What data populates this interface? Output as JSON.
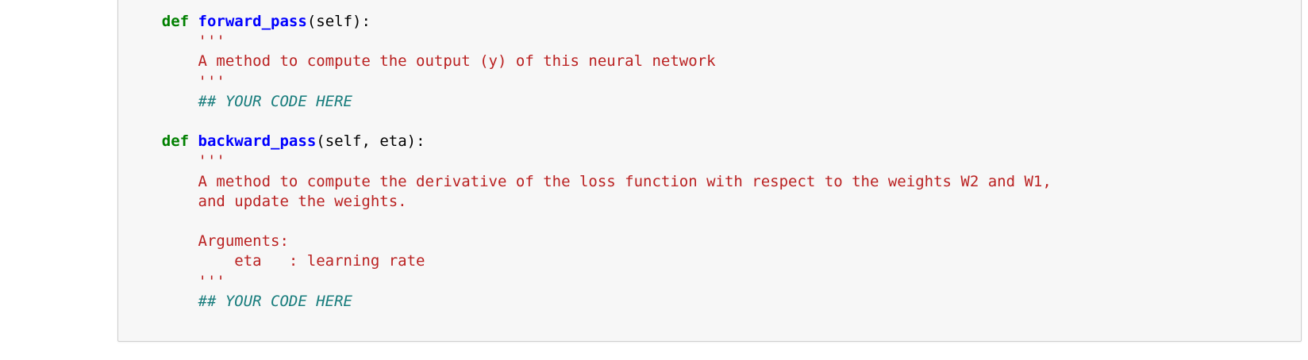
{
  "page": {
    "background": "#ffffff"
  },
  "code_cell": {
    "type": "notebook-code-cell-input",
    "language": "python",
    "background": "#f7f7f7",
    "border_color": "#cfcfcf",
    "colors": {
      "keyword": "#008000",
      "function": "#0000ff",
      "string": "#ba2121",
      "comment": "#177c7c",
      "plain": "#000000"
    },
    "lines": [
      [
        {
          "t": "plain",
          "v": "    "
        },
        {
          "t": "keyword",
          "v": "def"
        },
        {
          "t": "plain",
          "v": " "
        },
        {
          "t": "function",
          "v": "forward_pass"
        },
        {
          "t": "plain",
          "v": "(self):"
        }
      ],
      [
        {
          "t": "string",
          "v": "        '''"
        }
      ],
      [
        {
          "t": "string",
          "v": "        A method to compute the output (y) of this neural network"
        }
      ],
      [
        {
          "t": "string",
          "v": "        '''"
        }
      ],
      [
        {
          "t": "comment",
          "v": "        ## YOUR CODE HERE"
        }
      ],
      [],
      [
        {
          "t": "plain",
          "v": "    "
        },
        {
          "t": "keyword",
          "v": "def"
        },
        {
          "t": "plain",
          "v": " "
        },
        {
          "t": "function",
          "v": "backward_pass"
        },
        {
          "t": "plain",
          "v": "(self, eta):"
        }
      ],
      [
        {
          "t": "string",
          "v": "        '''"
        }
      ],
      [
        {
          "t": "string",
          "v": "        A method to compute the derivative of the loss function with respect to the weights W2 and W1,"
        }
      ],
      [
        {
          "t": "string",
          "v": "        and update the weights."
        }
      ],
      [],
      [
        {
          "t": "string",
          "v": "        Arguments:"
        }
      ],
      [
        {
          "t": "string",
          "v": "            eta   : learning rate"
        }
      ],
      [
        {
          "t": "string",
          "v": "        '''"
        }
      ],
      [
        {
          "t": "comment",
          "v": "        ## YOUR CODE HERE"
        }
      ]
    ]
  }
}
